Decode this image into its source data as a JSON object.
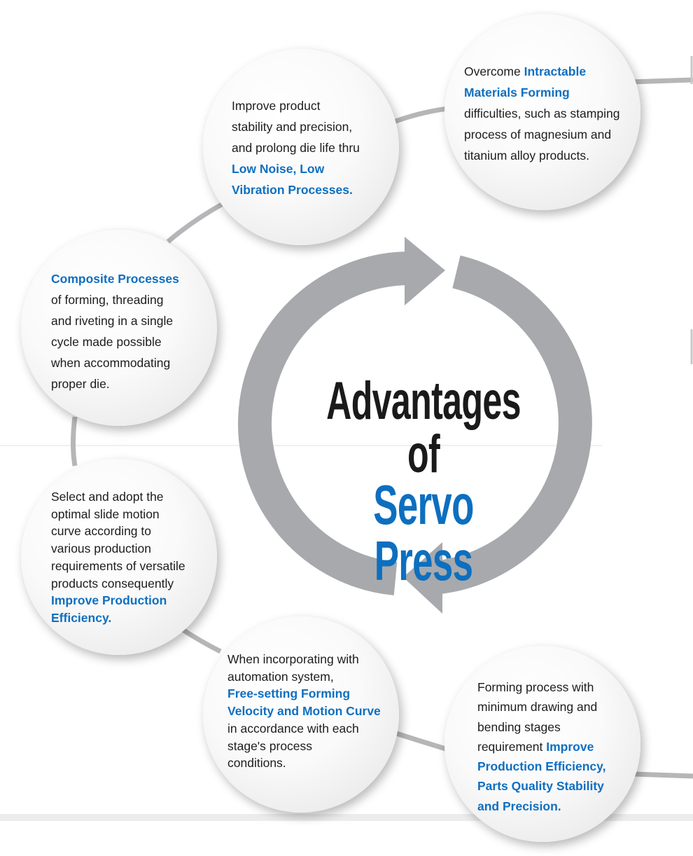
{
  "title": {
    "line1": "Advantages of",
    "line2": "Servo Press"
  },
  "colors": {
    "highlight": "#0f6fc0",
    "ring": "#a7a9ac",
    "connector": "#b5b6b8"
  },
  "bubbles": [
    {
      "id": "low-noise",
      "lines": [
        [
          {
            "t": "Improve product"
          }
        ],
        [
          {
            "t": "stability and precision,"
          }
        ],
        [
          {
            "t": "and prolong die life thru"
          }
        ],
        [
          {
            "t": "Low Noise, Low",
            "hl": true
          }
        ],
        [
          {
            "t": "Vibration Processes.",
            "hl": true
          }
        ]
      ]
    },
    {
      "id": "intractable-materials",
      "lines": [
        [
          {
            "t": "Overcome "
          },
          {
            "t": "Intractable",
            "hl": true
          }
        ],
        [
          {
            "t": "Materials Forming",
            "hl": true
          }
        ],
        [
          {
            "t": "difficulties, such as stamping"
          }
        ],
        [
          {
            "t": "process of magnesium and"
          }
        ],
        [
          {
            "t": "titanium alloy products."
          }
        ]
      ]
    },
    {
      "id": "composite-processes",
      "lines": [
        [
          {
            "t": "Composite Processes",
            "hl": true
          }
        ],
        [
          {
            "t": "of forming, threading"
          }
        ],
        [
          {
            "t": "and riveting in a single"
          }
        ],
        [
          {
            "t": "cycle made possible"
          }
        ],
        [
          {
            "t": "when accommodating"
          }
        ],
        [
          {
            "t": "proper die."
          }
        ]
      ]
    },
    {
      "id": "slide-motion",
      "lines": [
        [
          {
            "t": "Select and adopt the"
          }
        ],
        [
          {
            "t": "optimal slide motion"
          }
        ],
        [
          {
            "t": "curve according to"
          }
        ],
        [
          {
            "t": "various production"
          }
        ],
        [
          {
            "t": "requirements of versatile"
          }
        ],
        [
          {
            "t": "products consequently"
          }
        ],
        [
          {
            "t": "Improve Production",
            "hl": true
          }
        ],
        [
          {
            "t": "Efficiency.",
            "hl": true
          }
        ]
      ]
    },
    {
      "id": "automation",
      "lines": [
        [
          {
            "t": "When incorporating with"
          }
        ],
        [
          {
            "t": "automation system,"
          }
        ],
        [
          {
            "t": "Free-setting Forming",
            "hl": true
          }
        ],
        [
          {
            "t": "Velocity and Motion Curve",
            "hl": true
          }
        ],
        [
          {
            "t": "in accordance with each"
          }
        ],
        [
          {
            "t": "stage's process"
          }
        ],
        [
          {
            "t": "conditions."
          }
        ]
      ]
    },
    {
      "id": "minimum-stages",
      "lines": [
        [
          {
            "t": "Forming process with"
          }
        ],
        [
          {
            "t": "minimum drawing and"
          }
        ],
        [
          {
            "t": "bending stages"
          }
        ],
        [
          {
            "t": "requirement "
          },
          {
            "t": "Improve",
            "hl": true
          }
        ],
        [
          {
            "t": "Production Efficiency,",
            "hl": true
          }
        ],
        [
          {
            "t": "Parts Quality Stability",
            "hl": true
          }
        ],
        [
          {
            "t": "and Precision.",
            "hl": true
          }
        ]
      ]
    }
  ]
}
